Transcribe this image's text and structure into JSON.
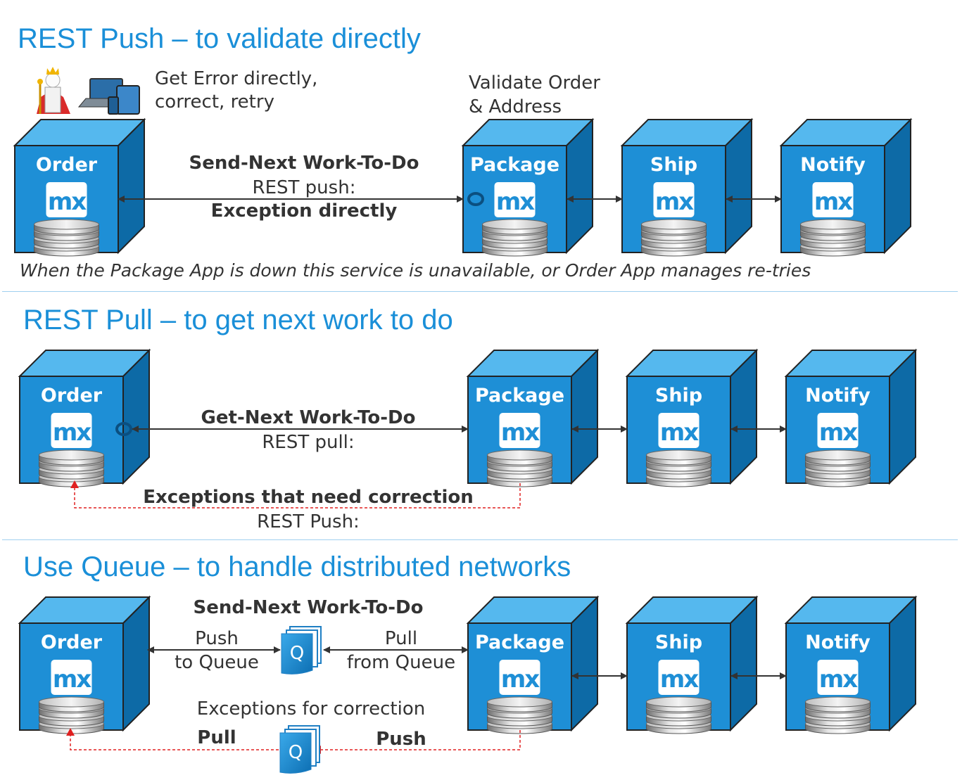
{
  "colors": {
    "title": "#1a8fd8",
    "cube_front": "#1e8fd6",
    "cube_top": "#55b8ee",
    "cube_side": "#0d6aa6",
    "exception_arrow": "#e02020",
    "line": "#333333"
  },
  "icons": {
    "king": "king-figure-icon",
    "devices": "devices-icon",
    "database": "database-stack-icon",
    "mendix": "mx-logo-icon",
    "queue": "queue-q-icon"
  },
  "sections": {
    "push": {
      "title": "REST Push – to validate directly",
      "order": "Order",
      "package": "Package",
      "ship": "Ship",
      "notify": "Notify",
      "mx": "mx",
      "user_note_line1": "Get Error directly,",
      "user_note_line2": "correct, retry",
      "validate_line1": "Validate Order",
      "validate_line2": "& Address",
      "arrow_line1": "Send-Next Work-To-Do",
      "arrow_line2": "REST push:",
      "arrow_line3": "Exception directly",
      "footnote": "When the Package App is down this service is unavailable, or Order App manages re-tries"
    },
    "pull": {
      "title": "REST Pull – to get next work to do",
      "order": "Order",
      "package": "Package",
      "ship": "Ship",
      "notify": "Notify",
      "mx": "mx",
      "arrow_line1": "Get-Next Work-To-Do",
      "arrow_line2": "REST pull:",
      "exception_line1": "Exceptions that need correction",
      "exception_line2": "REST Push:"
    },
    "queue": {
      "title": "Use Queue – to handle distributed networks",
      "order": "Order",
      "package": "Package",
      "ship": "Ship",
      "notify": "Notify",
      "mx": "mx",
      "send_label": "Send-Next Work-To-Do",
      "push_line1": "Push",
      "push_line2": "to Queue",
      "pull_line1": "Pull",
      "pull_line2": "from Queue",
      "queue_letter": "Q",
      "exceptions_label": "Exceptions for correction",
      "exc_pull": "Pull",
      "exc_push": "Push"
    }
  }
}
